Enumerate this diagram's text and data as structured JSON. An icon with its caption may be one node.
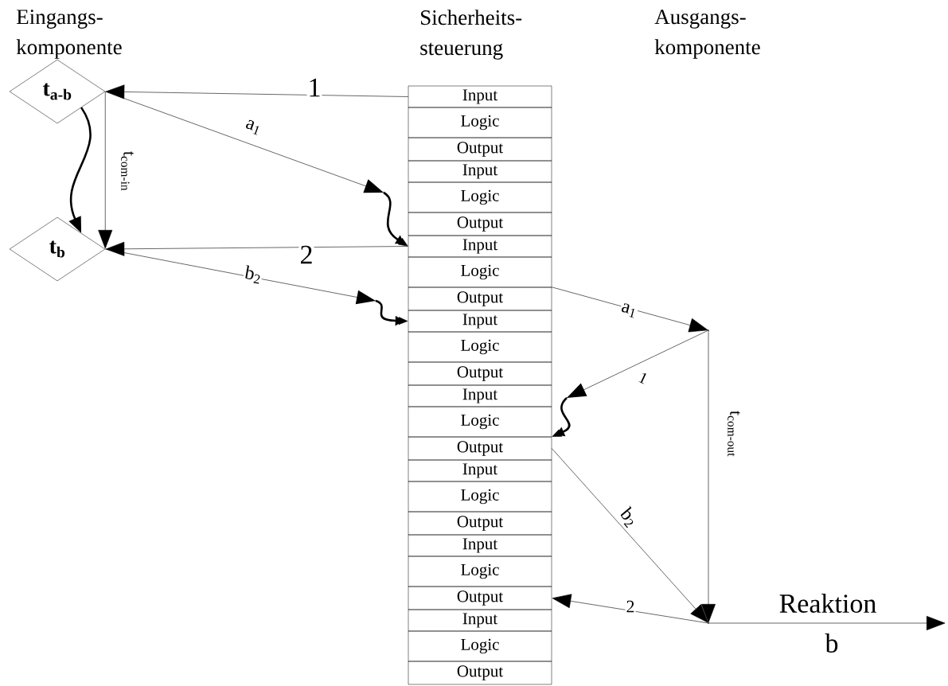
{
  "diagram": {
    "nodes": [
      {
        "text": [
          "t$_{a-b}$"
        ]
      },
      {
        "text": [
          "t$_{b}$"
        ]
      },
      {
        "text": [
          "Input"
        ]
      },
      {
        "text": [
          "Logic"
        ]
      },
      {
        "text": [
          "Output"
        ]
      },
      {
        "text": [
          "Input"
        ]
      },
      {
        "text": [
          "Logic"
        ]
      },
      {
        "text": [
          "Output"
        ]
      },
      {
        "text": [
          "Input"
        ]
      },
      {
        "text": [
          "Logic"
        ]
      },
      {
        "text": [
          "Output"
        ]
      },
      {
        "text": [
          "Input"
        ]
      },
      {
        "text": [
          "Logic"
        ]
      },
      {
        "text": [
          "Output"
        ]
      },
      {
        "text": [
          "Input"
        ]
      },
      {
        "text": [
          "Logic"
        ]
      },
      {
        "text": [
          "Output"
        ]
      },
      {
        "text": [
          "Input"
        ]
      },
      {
        "text": [
          "Logic"
        ]
      },
      {
        "text": [
          "Output"
        ]
      },
      {
        "text": [
          "Input"
        ]
      },
      {
        "text": [
          "Logic"
        ]
      },
      {
        "text": [
          "Output"
        ]
      },
      {
        "text": [
          "Input"
        ]
      },
      {
        "text": [
          "Logic"
        ]
      },
      {
        "text": [
          "Output"
        ]
      },
      {
        "text": [],
        "shape": "point"
      },
      {
        "text": [],
        "shape": "point"
      }
    ],
    "edges": [
      {
        "from": 2,
        "to": 0,
        "arrow": "to",
        "label": "1"
      },
      {
        "from": 0,
        "to": 8,
        "arrow": "to",
        "label": "a$_{1}$"
      },
      {
        "from": 0,
        "to": 1,
        "arrow": "to",
        "style": "thick"
      },
      {
        "from": 0,
        "to": 1,
        "arrow": "to",
        "label": "t$_{com-in}$"
      },
      {
        "from": 8,
        "to": 1,
        "arrow": "to",
        "label": "2"
      },
      {
        "from": 1,
        "to": 11,
        "arrow": "to",
        "label": "b$_{2}$"
      },
      {
        "from": 10,
        "to": 26,
        "arrow": "to",
        "label": "a$_{1}$"
      },
      {
        "from": 26,
        "to": 16,
        "arrow": "to",
        "label": "1"
      },
      {
        "from": 26,
        "to": 27,
        "arrow": "to",
        "label": "t$_{com-out}$"
      },
      {
        "from": 16,
        "to": 27,
        "arrow": "to",
        "label": "b$_{2}$"
      },
      {
        "from": 27,
        "to": 22,
        "arrow": "to",
        "label": "2"
      },
      {
        "from": 27,
        "to": null,
        "arrow": "to",
        "label": "Reaktion"
      }
    ],
    "labels": [
      "Eingangs- komponente",
      "Sicherheits- steuerung",
      "Ausgangs- komponente",
      "b"
    ]
  }
}
